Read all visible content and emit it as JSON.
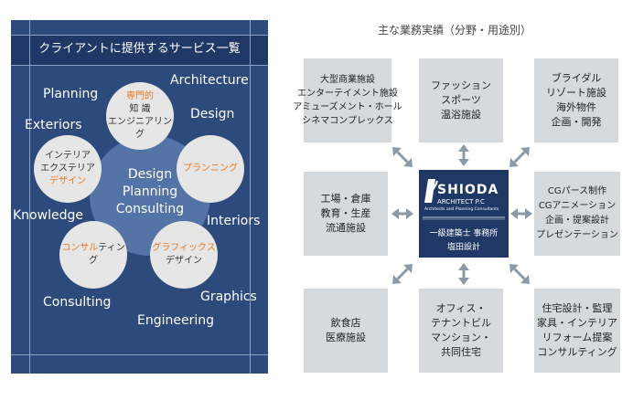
{
  "left": {
    "title": "クライアントに提供するサービス一覧",
    "center_lines": [
      "Design",
      "Planning",
      "Consulting"
    ],
    "circles": [
      {
        "line1": "専門的",
        "line2": "知 識",
        "line3": "エンジニアリング"
      },
      {
        "line1": "プランニング"
      },
      {
        "line1": "グラフィックス",
        "line2": "デザイン"
      },
      {
        "line1": "コンサル",
        "line2": "ティング"
      },
      {
        "line1": "インテリア",
        "line2": "エクステリア",
        "line3": "デザイン"
      }
    ],
    "keywords": {
      "planning": "Planning",
      "architecture": "Architecture",
      "exteriors": "Exteriors",
      "design": "Design",
      "knowledge": "Knowledge",
      "interiors": "Interiors",
      "graphics": "Graphics",
      "consulting": "Consulting",
      "engineering": "Engineering"
    }
  },
  "right": {
    "heading": "主な業務実績（分野・用途別）",
    "boxes": {
      "top_left": [
        "大型商業施設",
        "エンターテイメント施設",
        "アミューズメント・ホール",
        "シネマコンプレックス"
      ],
      "top_center": [
        "ファッション",
        "スポーツ",
        "温浴施設"
      ],
      "top_right": [
        "ブライダル",
        "リゾート施設",
        "海外物件",
        "企画・開発"
      ],
      "mid_left": [
        "工場・倉庫",
        "教育・生産",
        "流通施設"
      ],
      "mid_right": [
        "CGパース制作",
        "CGアニメーション",
        "企画・提案設計",
        "プレゼンテーション"
      ],
      "bot_left": [
        "飲食店",
        "医療施設"
      ],
      "bot_center": [
        "オフィス・",
        "テナントビル",
        "マンション・",
        "共同住宅"
      ],
      "bot_right": [
        "住宅設計・監理",
        "家具・インテリア",
        "リフォーム提案",
        "コンサルティング"
      ]
    },
    "logo": {
      "name": "SHIODA",
      "sub1": "ARCHITECT P.C",
      "sub2": "Architects and Planning Consultants",
      "jp1": "一級建築士 事務所",
      "jp2": "塩田設計"
    }
  },
  "colors": {
    "panel": "#2d4a7c",
    "accent": "#e8781f",
    "box": "#d6dadc",
    "arrow": "#8c9aa5"
  }
}
